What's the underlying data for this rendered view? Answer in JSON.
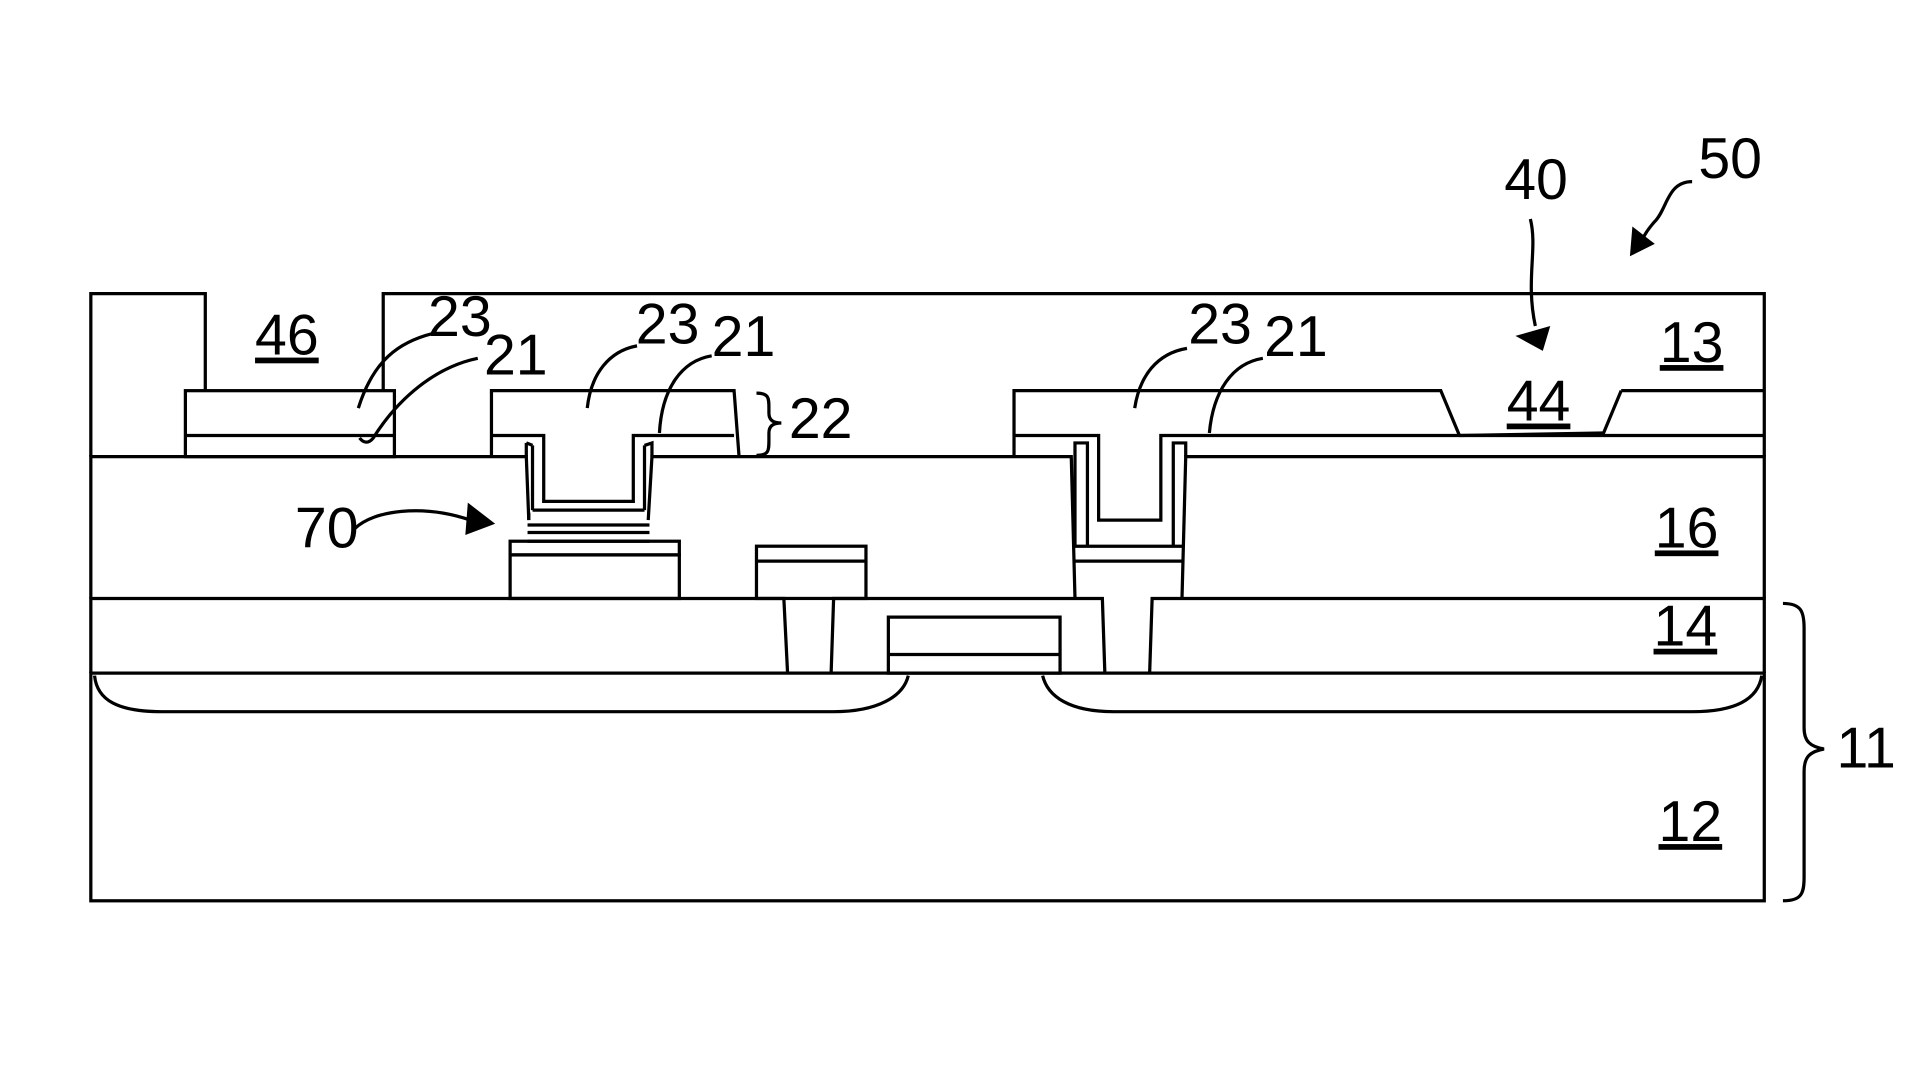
{
  "figure": {
    "labels": {
      "l50": "50",
      "l40": "40",
      "l46": "46",
      "l23a": "23",
      "l21a": "21",
      "l23b": "23",
      "l21b": "21",
      "l22": "22",
      "l23c": "23",
      "l21c": "21",
      "l13": "13",
      "l44": "44",
      "l70": "70",
      "l16": "16",
      "l14": "14",
      "l11": "11",
      "l12": "12"
    }
  }
}
